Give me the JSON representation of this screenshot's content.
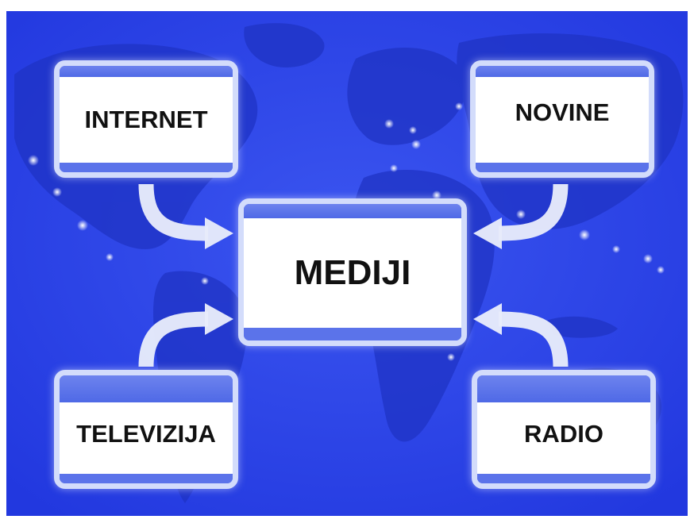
{
  "center": {
    "label": "MEDIJI"
  },
  "sources": {
    "internet": "INTERNET",
    "novine": "NOVINE",
    "televizija": "TELEVIZIJA",
    "radio": "RADIO"
  },
  "colors": {
    "background": "#2a44e8",
    "box_border": "#d3dcfb",
    "box_band": "#4f69e6",
    "arrow": "#e8ecfb"
  }
}
